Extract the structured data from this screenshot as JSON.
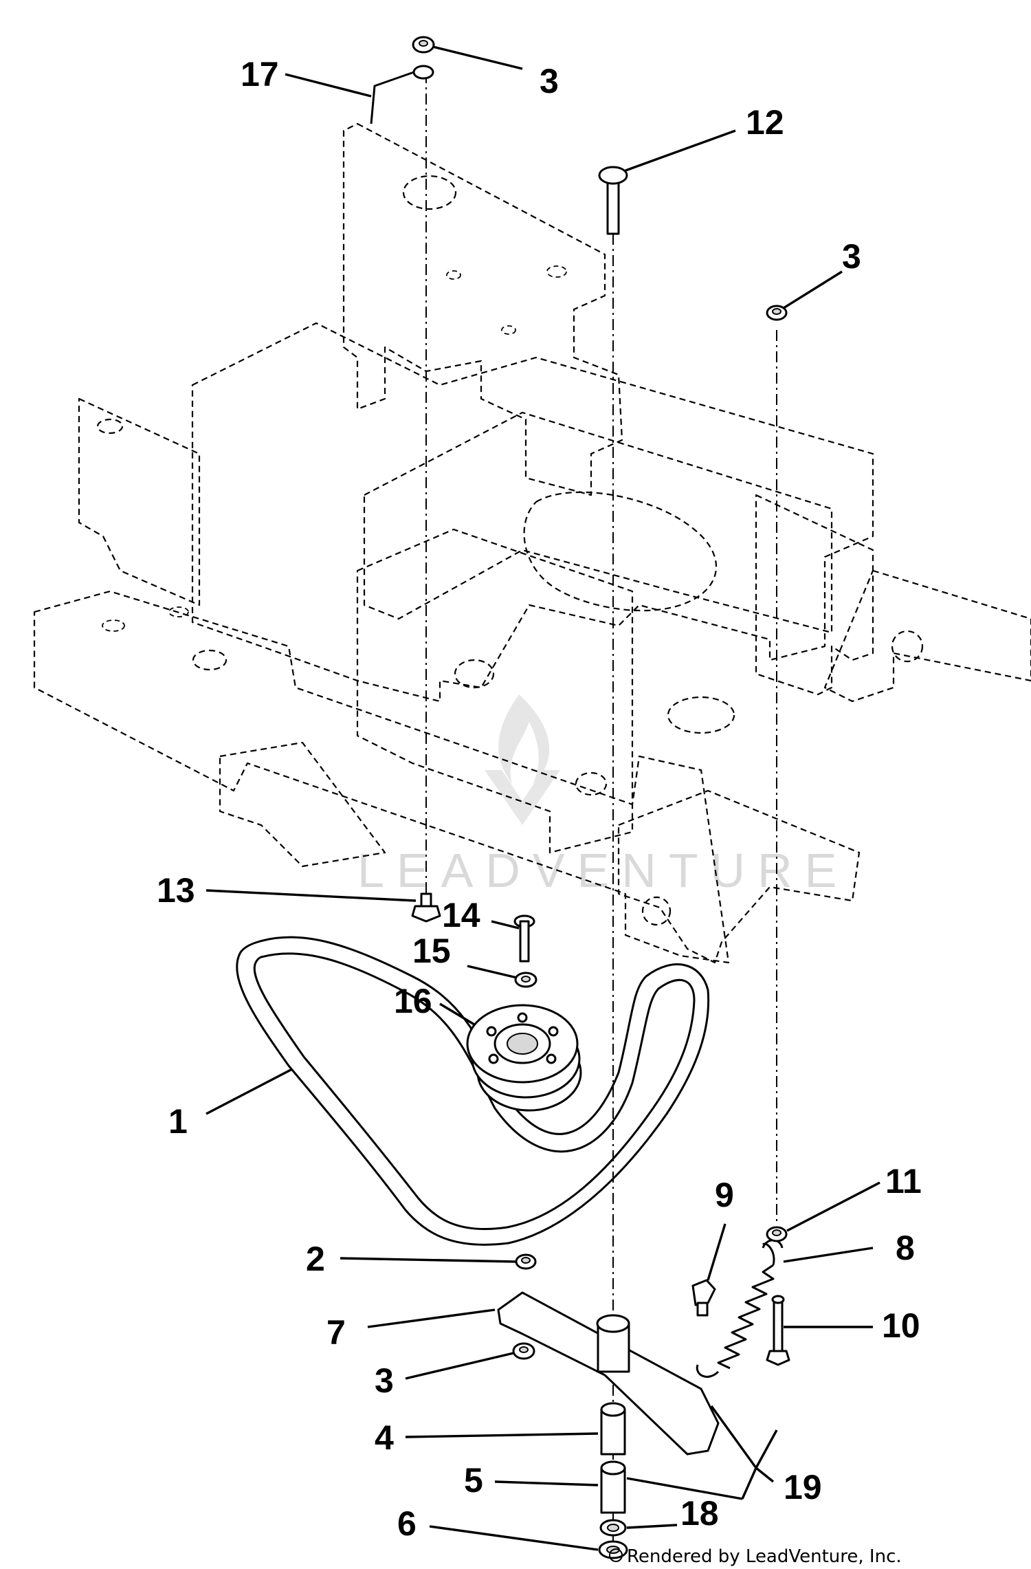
{
  "callouts": {
    "c1": "1",
    "c2": "2",
    "c3a": "3",
    "c3b": "3",
    "c3c": "3",
    "c4": "4",
    "c5": "5",
    "c6": "6",
    "c7": "7",
    "c8": "8",
    "c9": "9",
    "c10": "10",
    "c11": "11",
    "c12": "12",
    "c13": "13",
    "c14": "14",
    "c15": "15",
    "c16": "16",
    "c17": "17",
    "c18": "18",
    "c19": "19"
  },
  "watermark": {
    "text": "LEADVENTURE"
  },
  "credit": "Rendered by LeadVenture, Inc."
}
